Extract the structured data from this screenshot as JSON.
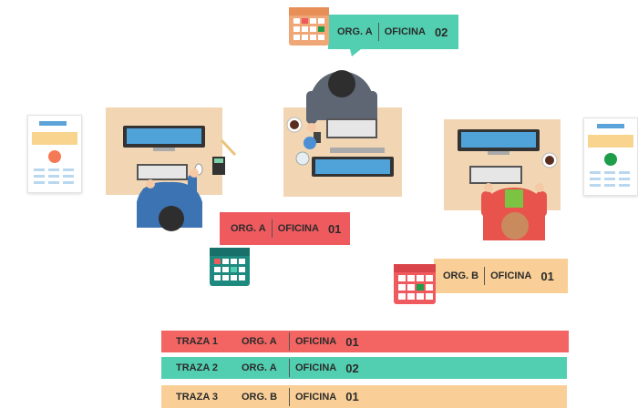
{
  "workstations": [
    {
      "org": "ORG. A",
      "office": "OFICINA",
      "number": "01",
      "color": "#ef5a5f"
    },
    {
      "org": "ORG. A",
      "office": "OFICINA",
      "number": "02",
      "color": "#52cfb0"
    },
    {
      "org": "ORG. B",
      "office": "OFICINA",
      "number": "01",
      "color": "#f9cf97"
    }
  ],
  "traces": [
    {
      "name": "TRAZA 1",
      "org": "ORG. A",
      "office": "OFICINA",
      "number": "01",
      "color": "#f26563"
    },
    {
      "name": "TRAZA 2",
      "org": "ORG. A",
      "office": "OFICINA",
      "number": "02",
      "color": "#52cfb0"
    },
    {
      "name": "TRAZA 3",
      "org": "ORG. B",
      "office": "OFICINA",
      "number": "01",
      "color": "#f9cf97"
    }
  ],
  "icons": [
    "calendar-icon",
    "monitor-icon",
    "keyboard-icon",
    "coffee-cup-icon",
    "calculator-icon",
    "document-icon",
    "worker-icon"
  ]
}
